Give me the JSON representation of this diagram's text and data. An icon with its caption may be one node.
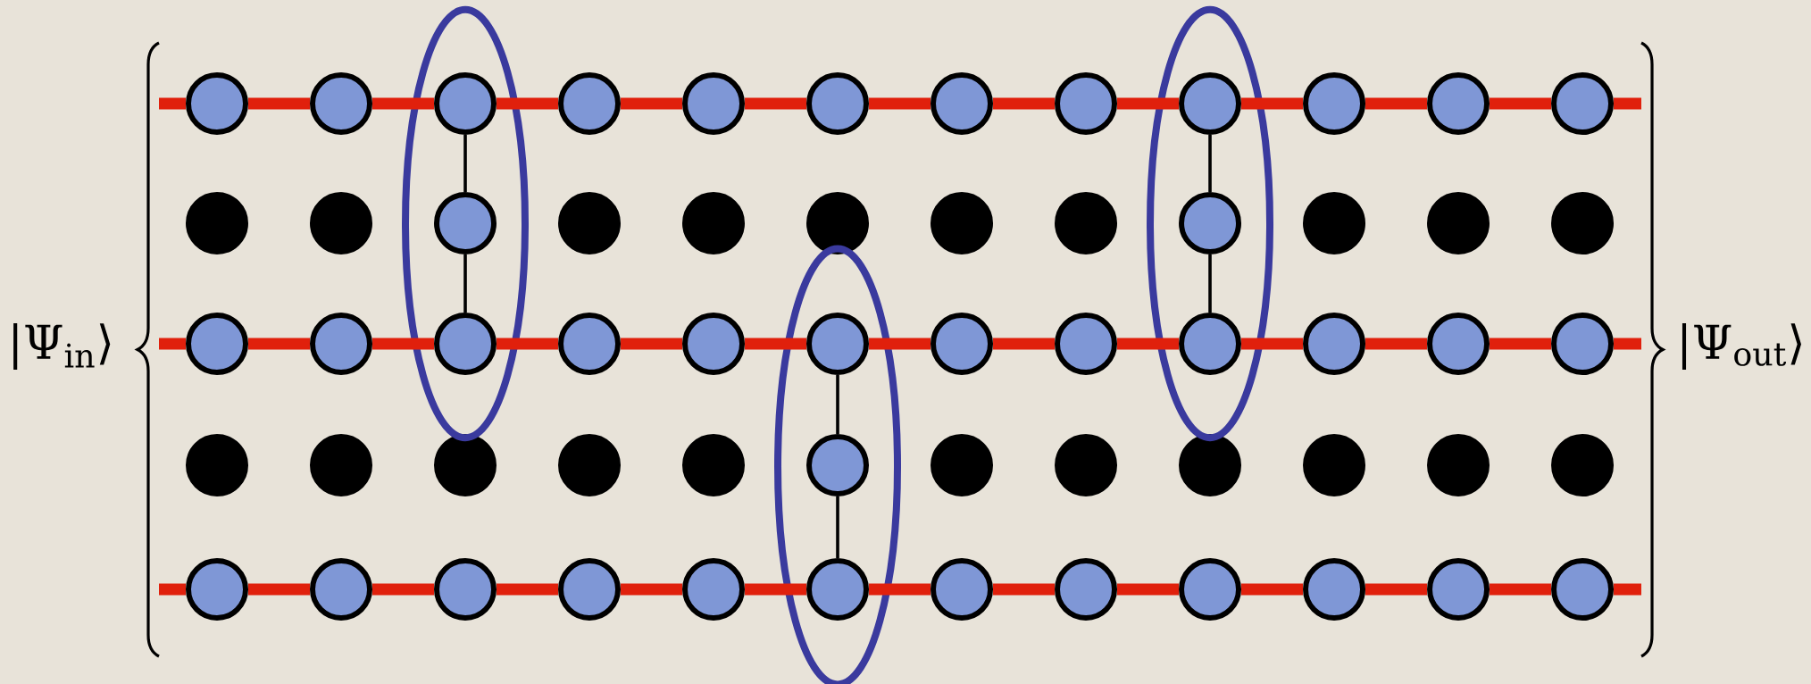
{
  "diagram": {
    "nodes": [
      {
        "text": [],
        "shape": "ellipse"
      },
      {
        "text": [],
        "shape": "ellipse"
      },
      {
        "text": [],
        "shape": "ellipse"
      },
      {
        "text": [],
        "shape": "circle"
      },
      {
        "text": [],
        "shape": "circle"
      },
      {
        "text": [],
        "shape": "circle",
        "in": 0
      },
      {
        "text": [],
        "shape": "circle"
      },
      {
        "text": [],
        "shape": "circle"
      },
      {
        "text": [],
        "shape": "circle"
      },
      {
        "text": [],
        "shape": "circle"
      },
      {
        "text": [],
        "shape": "circle"
      },
      {
        "text": [],
        "shape": "circle",
        "in": 2
      },
      {
        "text": [],
        "shape": "circle"
      },
      {
        "text": [],
        "shape": "circle"
      },
      {
        "text": [],
        "shape": "circle"
      },
      {
        "text": [],
        "shape": "circle"
      },
      {
        "text": [],
        "shape": "circle"
      },
      {
        "text": [],
        "shape": "circle",
        "in": 0
      },
      {
        "text": [],
        "shape": "circle"
      },
      {
        "text": [],
        "shape": "circle"
      },
      {
        "text": [],
        "shape": "circle"
      },
      {
        "text": [],
        "shape": "circle"
      },
      {
        "text": [],
        "shape": "circle"
      },
      {
        "text": [],
        "shape": "circle",
        "in": 2
      },
      {
        "text": [],
        "shape": "circle"
      },
      {
        "text": [],
        "shape": "circle"
      },
      {
        "text": [],
        "shape": "circle"
      },
      {
        "text": [],
        "shape": "circle"
      },
      {
        "text": [],
        "shape": "circle"
      },
      {
        "text": [],
        "shape": "circle",
        "in": 0
      },
      {
        "text": [],
        "shape": "circle"
      },
      {
        "text": [],
        "shape": "circle"
      },
      {
        "text": [],
        "shape": "circle",
        "in": 1
      },
      {
        "text": [],
        "shape": "circle"
      },
      {
        "text": [],
        "shape": "circle"
      },
      {
        "text": [],
        "shape": "circle",
        "in": 2
      },
      {
        "text": [],
        "shape": "circle"
      },
      {
        "text": [],
        "shape": "circle"
      },
      {
        "text": [],
        "shape": "circle"
      },
      {
        "text": [],
        "shape": "circle"
      },
      {
        "text": [],
        "shape": "circle"
      },
      {
        "text": [],
        "shape": "circle"
      },
      {
        "text": [],
        "shape": "circle"
      },
      {
        "text": [],
        "shape": "circle"
      },
      {
        "text": [],
        "shape": "circle",
        "in": 1
      },
      {
        "text": [],
        "shape": "circle"
      },
      {
        "text": [],
        "shape": "circle"
      },
      {
        "text": [],
        "shape": "circle"
      },
      {
        "text": [],
        "shape": "circle"
      },
      {
        "text": [],
        "shape": "circle"
      },
      {
        "text": [],
        "shape": "circle"
      },
      {
        "text": [],
        "shape": "circle"
      },
      {
        "text": [],
        "shape": "circle"
      },
      {
        "text": [],
        "shape": "circle"
      },
      {
        "text": [],
        "shape": "circle"
      },
      {
        "text": [],
        "shape": "circle"
      },
      {
        "text": [],
        "shape": "circle",
        "in": 1
      },
      {
        "text": [],
        "shape": "circle"
      },
      {
        "text": [],
        "shape": "circle"
      },
      {
        "text": [],
        "shape": "circle"
      },
      {
        "text": [],
        "shape": "circle"
      },
      {
        "text": [],
        "shape": "circle"
      },
      {
        "text": [],
        "shape": "circle"
      },
      {
        "text": [],
        "shape": "brace"
      },
      {
        "text": [],
        "shape": "brace"
      }
    ],
    "edges": [
      {
        "from": 3,
        "to": 4,
        "arrow": "none"
      },
      {
        "from": 4,
        "to": 5,
        "arrow": "none"
      },
      {
        "from": 5,
        "to": 6,
        "arrow": "none"
      },
      {
        "from": 6,
        "to": 7,
        "arrow": "none"
      },
      {
        "from": 7,
        "to": 8,
        "arrow": "none"
      },
      {
        "from": 8,
        "to": 9,
        "arrow": "none"
      },
      {
        "from": 9,
        "to": 10,
        "arrow": "none"
      },
      {
        "from": 10,
        "to": 11,
        "arrow": "none"
      },
      {
        "from": 11,
        "to": 12,
        "arrow": "none"
      },
      {
        "from": 12,
        "to": 13,
        "arrow": "none"
      },
      {
        "from": 13,
        "to": 14,
        "arrow": "none"
      },
      {
        "from": 27,
        "to": 28,
        "arrow": "none"
      },
      {
        "from": 28,
        "to": 29,
        "arrow": "none"
      },
      {
        "from": 29,
        "to": 30,
        "arrow": "none"
      },
      {
        "from": 30,
        "to": 31,
        "arrow": "none"
      },
      {
        "from": 31,
        "to": 32,
        "arrow": "none"
      },
      {
        "from": 32,
        "to": 33,
        "arrow": "none"
      },
      {
        "from": 33,
        "to": 34,
        "arrow": "none"
      },
      {
        "from": 34,
        "to": 35,
        "arrow": "none"
      },
      {
        "from": 35,
        "to": 36,
        "arrow": "none"
      },
      {
        "from": 36,
        "to": 37,
        "arrow": "none"
      },
      {
        "from": 37,
        "to": 38,
        "arrow": "none"
      },
      {
        "from": 51,
        "to": 52,
        "arrow": "none"
      },
      {
        "from": 52,
        "to": 53,
        "arrow": "none"
      },
      {
        "from": 53,
        "to": 54,
        "arrow": "none"
      },
      {
        "from": 54,
        "to": 55,
        "arrow": "none"
      },
      {
        "from": 55,
        "to": 56,
        "arrow": "none"
      },
      {
        "from": 56,
        "to": 57,
        "arrow": "none"
      },
      {
        "from": 57,
        "to": 58,
        "arrow": "none"
      },
      {
        "from": 58,
        "to": 59,
        "arrow": "none"
      },
      {
        "from": 59,
        "to": 60,
        "arrow": "none"
      },
      {
        "from": 60,
        "to": 61,
        "arrow": "none"
      },
      {
        "from": 61,
        "to": 62,
        "arrow": "none"
      },
      {
        "from": 63,
        "to": 3,
        "arrow": "none"
      },
      {
        "from": 14,
        "to": 64,
        "arrow": "none"
      },
      {
        "from": 63,
        "to": 27,
        "arrow": "none"
      },
      {
        "from": 38,
        "to": 64,
        "arrow": "none"
      },
      {
        "from": 63,
        "to": 51,
        "arrow": "none"
      },
      {
        "from": 62,
        "to": 64,
        "arrow": "none"
      },
      {
        "from": 5,
        "to": 17,
        "arrow": "none",
        "color": "#000000"
      },
      {
        "from": 17,
        "to": 29,
        "arrow": "none",
        "color": "#000000"
      },
      {
        "from": 32,
        "to": 44,
        "arrow": "none",
        "color": "#000000"
      },
      {
        "from": 44,
        "to": 56,
        "arrow": "none",
        "color": "#000000"
      },
      {
        "from": 11,
        "to": 23,
        "arrow": "none",
        "color": "#000000"
      },
      {
        "from": 23,
        "to": 35,
        "arrow": "none",
        "color": "#000000"
      }
    ],
    "labels": [
      "|Ψ$_{in}$⟩",
      "|Ψ$_{out}$⟩"
    ]
  }
}
